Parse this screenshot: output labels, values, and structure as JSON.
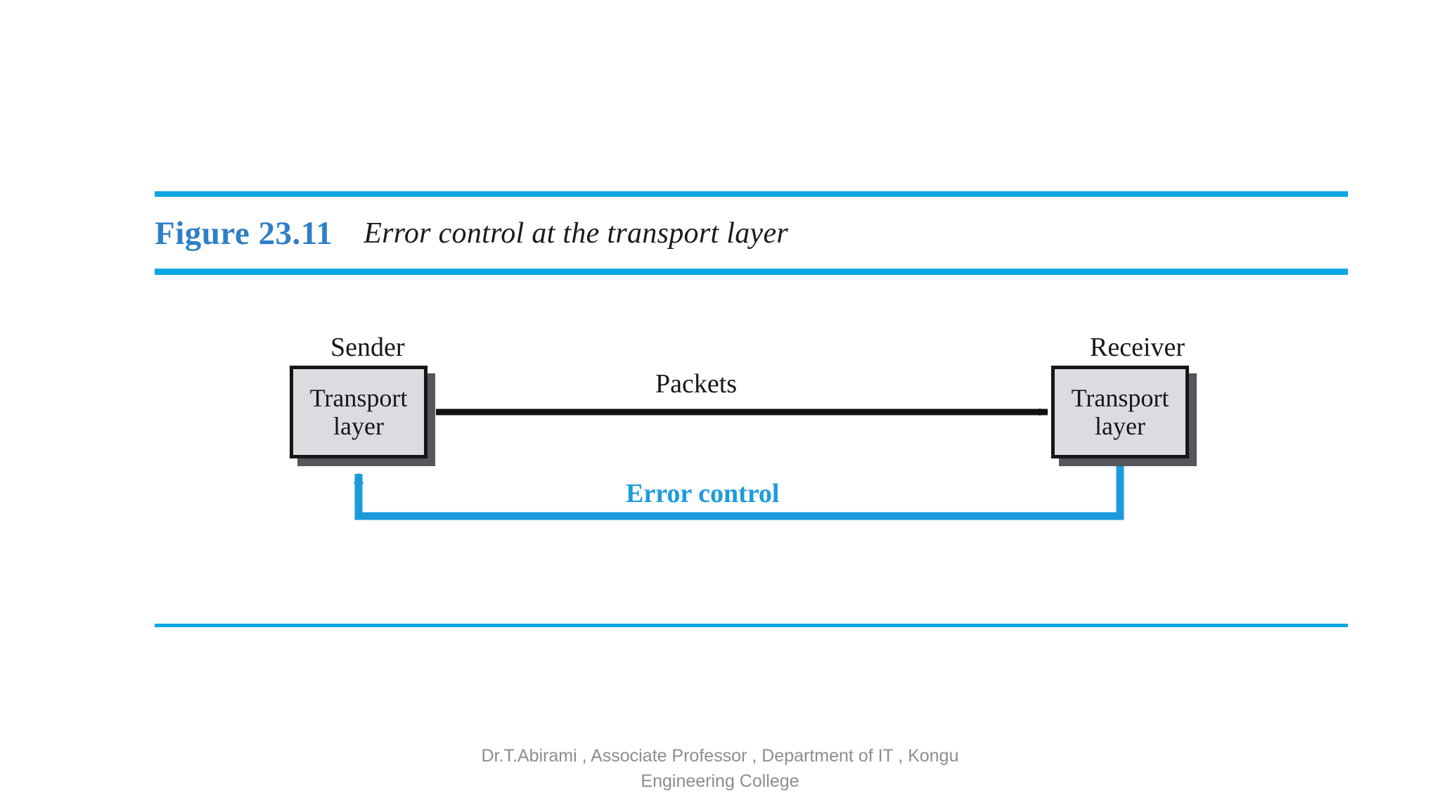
{
  "figure": {
    "number": "Figure 23.11",
    "caption": "Error control at the transport layer",
    "accent_color": "#0BA7E3",
    "number_color": "#2E7FC8"
  },
  "diagram": {
    "type": "block-diagram",
    "sender": {
      "label": "Sender",
      "box_line1": "Transport",
      "box_line2": "layer"
    },
    "receiver": {
      "label": "Receiver",
      "box_line1": "Transport",
      "box_line2": "layer"
    },
    "forward_flow": {
      "label": "Packets",
      "direction": "sender-to-receiver",
      "color": "#111111"
    },
    "feedback_flow": {
      "label": "Error control",
      "direction": "receiver-to-sender",
      "color": "#1B9BDC"
    }
  },
  "footer": {
    "line1": "Dr.T.Abirami , Associate Professor , Department of IT , Kongu",
    "line2": "Engineering College"
  }
}
